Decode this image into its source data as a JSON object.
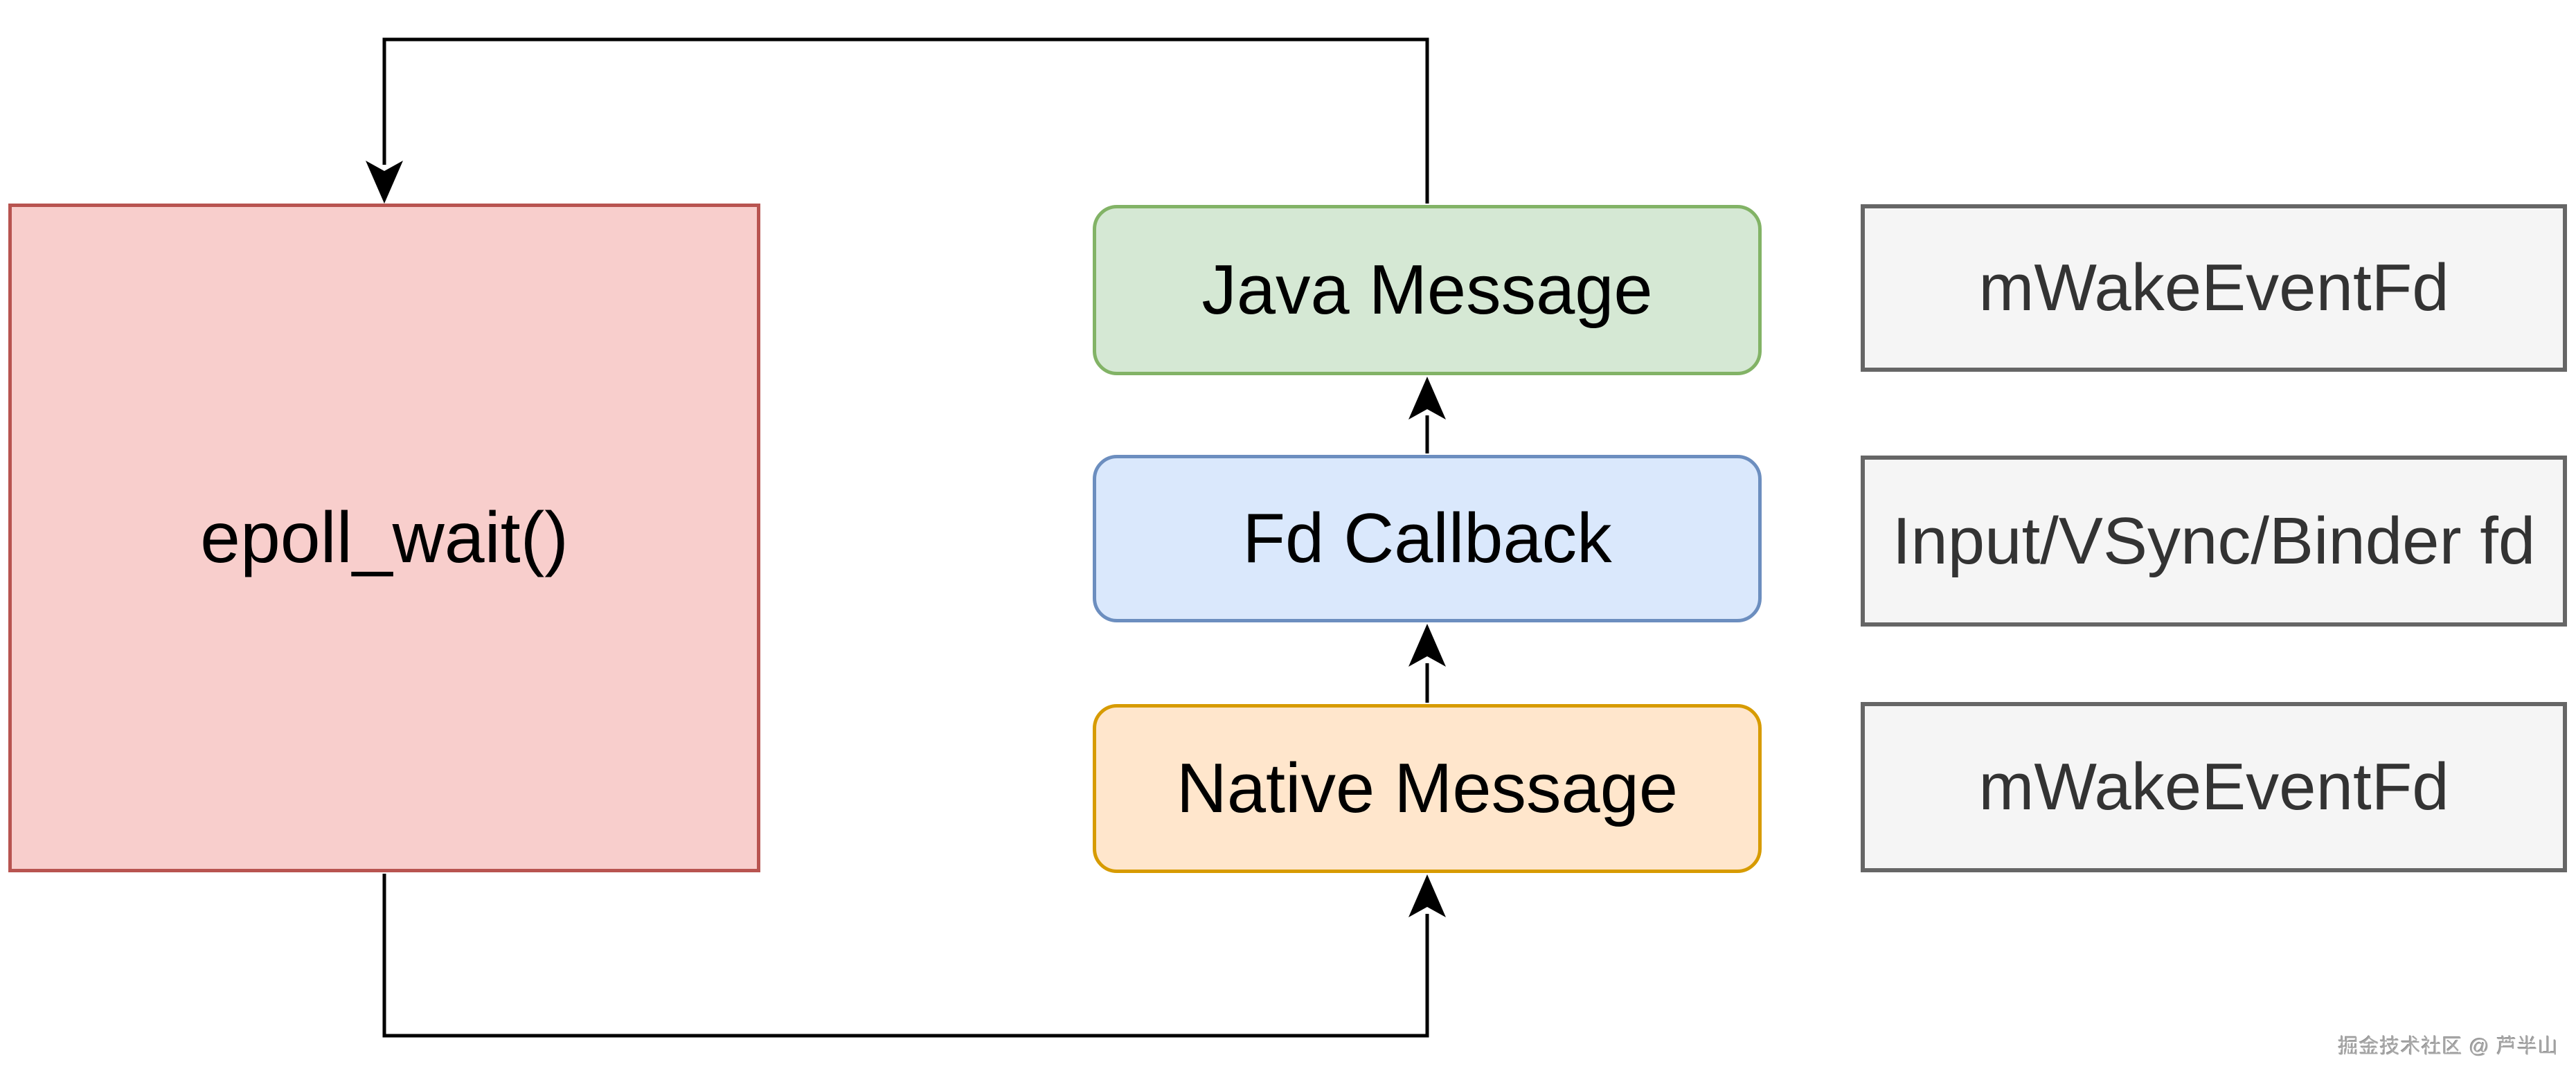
{
  "diagram": {
    "nodes": [
      {
        "id": "epoll-wait",
        "label": "epoll_wait()",
        "fill": "#f8cecc",
        "border": "#b85450",
        "text_color": "#000000",
        "shape": "rectangle"
      },
      {
        "id": "java-message",
        "label": "Java Message",
        "fill": "#d5e8d4",
        "border": "#82b366",
        "text_color": "#000000",
        "shape": "rounded-rectangle"
      },
      {
        "id": "fd-callback",
        "label": "Fd Callback",
        "fill": "#dae8fc",
        "border": "#6c8ebf",
        "text_color": "#000000",
        "shape": "rounded-rectangle"
      },
      {
        "id": "native-message",
        "label": "Native Message",
        "fill": "#ffe6cc",
        "border": "#d79b00",
        "text_color": "#000000",
        "shape": "rounded-rectangle"
      },
      {
        "id": "wake-event-fd-top",
        "label": "mWakeEventFd",
        "fill": "#f5f5f5",
        "border": "#666666",
        "text_color": "#333333",
        "shape": "rectangle"
      },
      {
        "id": "input-vsync-binder-fd",
        "label": "Input/VSync/Binder fd",
        "fill": "#f5f5f5",
        "border": "#666666",
        "text_color": "#333333",
        "shape": "rectangle"
      },
      {
        "id": "wake-event-fd-bottom",
        "label": "mWakeEventFd",
        "fill": "#f5f5f5",
        "border": "#666666",
        "text_color": "#333333",
        "shape": "rectangle"
      }
    ],
    "edges": [
      {
        "from": "java-message",
        "to": "epoll-wait",
        "color": "#000000",
        "arrow_direction": "down"
      },
      {
        "from": "fd-callback",
        "to": "java-message",
        "color": "#000000",
        "arrow_direction": "up"
      },
      {
        "from": "native-message",
        "to": "fd-callback",
        "color": "#000000",
        "arrow_direction": "up"
      },
      {
        "from": "epoll-wait",
        "to": "native-message",
        "color": "#000000",
        "arrow_direction": "up"
      }
    ],
    "watermark": "掘金技术社区 @ 芦半山"
  }
}
